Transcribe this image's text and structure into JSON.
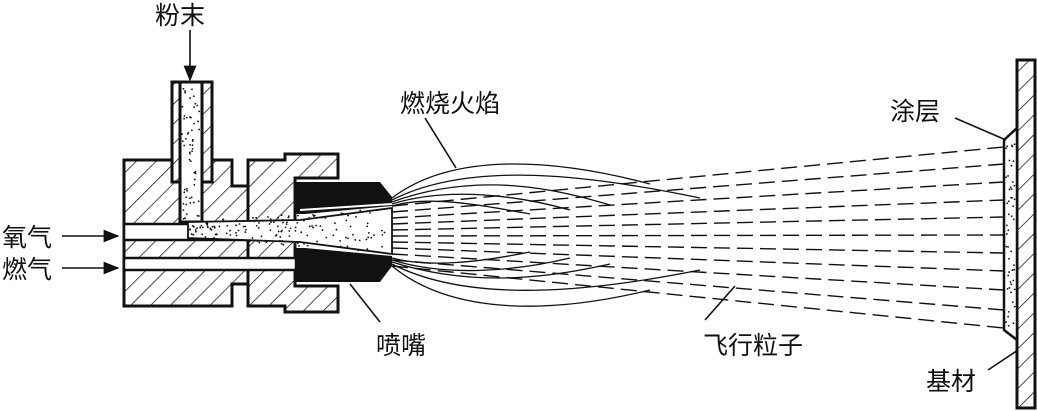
{
  "labels": {
    "powder": "粉末",
    "oxygen": "氧气",
    "fuel_gas": "燃气",
    "flame": "燃烧火焰",
    "nozzle": "喷嘴",
    "particles": "飞行粒子",
    "coating": "涂层",
    "substrate": "基材"
  }
}
